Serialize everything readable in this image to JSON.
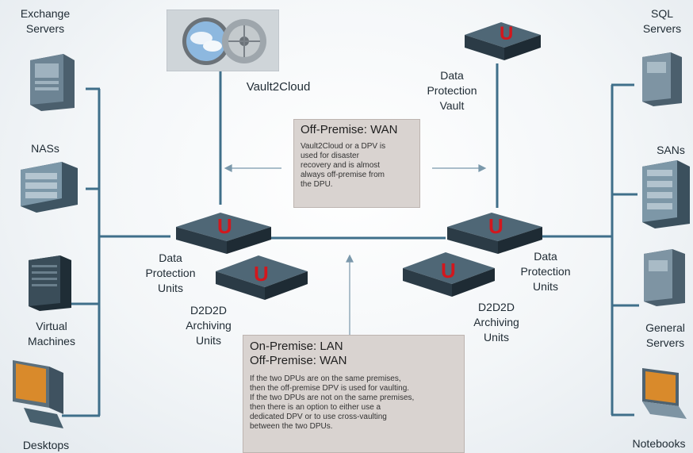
{
  "nodes": {
    "exchange": [
      "Exchange",
      "Servers"
    ],
    "nas": [
      "NASs"
    ],
    "vm": [
      "Virtual",
      "Machines"
    ],
    "desktops": [
      "Desktops"
    ],
    "sql": [
      "SQL",
      "Servers"
    ],
    "sans": [
      "SANs"
    ],
    "general": [
      "General",
      "Servers"
    ],
    "notebooks": [
      "Notebooks"
    ],
    "vault2cloud": [
      "Vault2Cloud"
    ],
    "dpv": [
      "Data",
      "Protection",
      "Vault"
    ],
    "dpu_left": [
      "Data",
      "Protection",
      "Units"
    ],
    "d2d_left": [
      "D2D2D",
      "Archiving",
      "Units"
    ],
    "dpu_right": [
      "Data",
      "Protection",
      "Units"
    ],
    "d2d_right": [
      "D2D2D",
      "Archiving",
      "Units"
    ]
  },
  "wan_box": {
    "title": "Off-Premise: WAN",
    "body": [
      "Vault2Cloud or a DPV is",
      "used for disaster",
      "recovery and is almost",
      "always off-premise from",
      "the DPU."
    ]
  },
  "lan_box": {
    "title1": "On-Premise: LAN",
    "title2": "Off-Premise: WAN",
    "body": [
      "If the two DPUs are on the same premises,",
      "then the off-premise DPV is used for vaulting.",
      "If the two DPUs are not on the same premises,",
      "then there is an option to either use a",
      "dedicated DPV or to use cross-vaulting",
      "between the two DPUs."
    ]
  },
  "colors": {
    "line": "#3f6f8a",
    "arrow": "#7a98ab",
    "box_bg": "#d9d3d0",
    "device_dark": "#2f4250",
    "logo_red": "#d2171d"
  }
}
